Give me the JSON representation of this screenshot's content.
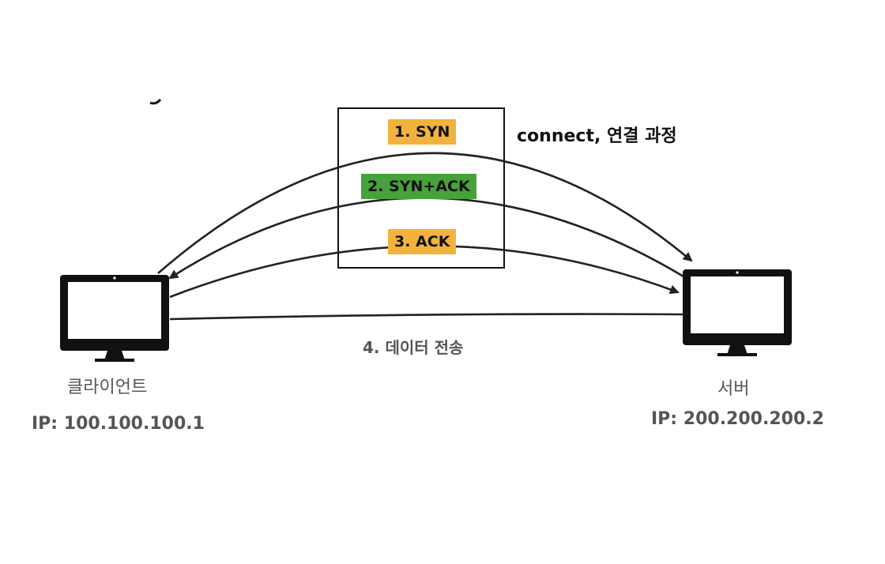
{
  "handshake": {
    "title": "connect, 연결 과정",
    "steps": [
      {
        "label": "1. SYN",
        "color": "#f2b33d"
      },
      {
        "label": "2. SYN+ACK",
        "color": "#46a23a"
      },
      {
        "label": "3. ACK",
        "color": "#f2b33d"
      }
    ]
  },
  "transfer": {
    "label": "4. 데이터 전송"
  },
  "client": {
    "name": "클라이언트",
    "ip": "IP: 100.100.100.1",
    "icon": "monitor-icon"
  },
  "server": {
    "name": "서버",
    "ip": "IP: 200.200.200.2",
    "icon": "monitor-icon"
  }
}
